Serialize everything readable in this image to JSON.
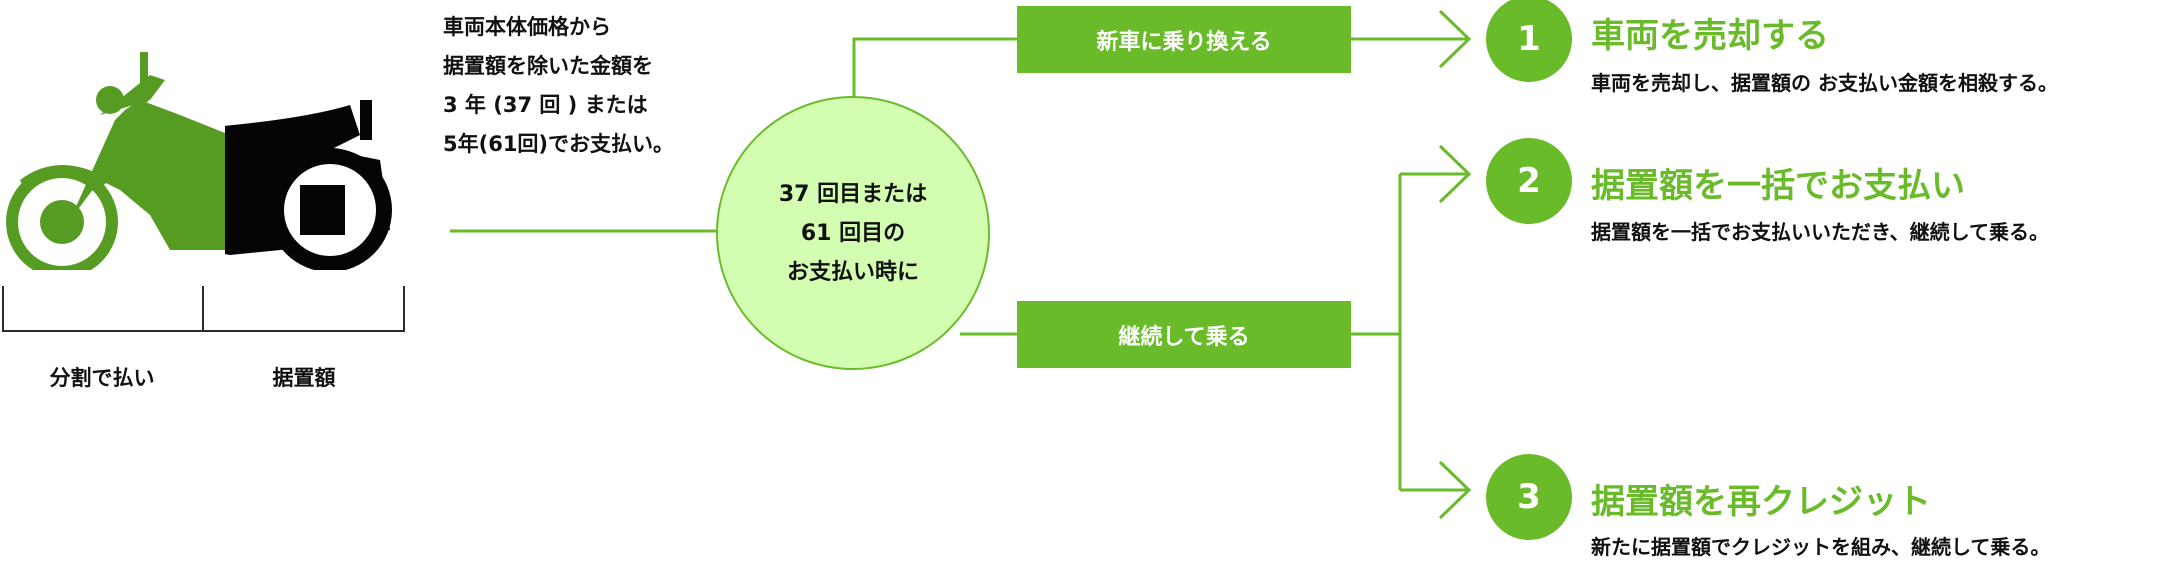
{
  "colors": {
    "accent": "#6abb2a",
    "hub_fill": "#d3fdb0",
    "bike_green": "#579c22",
    "bike_black": "#050505"
  },
  "intro_lines": [
    "車両本体価格から",
    "据置額を除いた金額を",
    "3 年 (37 回 ) または",
    "5年(61回)でお支払い。"
  ],
  "bike_labels": {
    "installment": "分割で払い",
    "deferred": "据置額"
  },
  "hub_lines": [
    "37 回目または",
    "61 回目の",
    "お支払い時に"
  ],
  "choices": {
    "switch": "新車に乗り換える",
    "continue": "継続して乗る"
  },
  "options": [
    {
      "number": "1",
      "title": "車両を売却する",
      "desc": "車両を売却し、据置額の お支払い金額を相殺する。"
    },
    {
      "number": "2",
      "title": "据置額を一括でお支払い",
      "desc": "据置額を一括でお支払いいただき、継続して乗る。"
    },
    {
      "number": "3",
      "title": "据置額を再クレジット",
      "desc": "新たに据置額でクレジットを組み、継続して乗る。"
    }
  ]
}
